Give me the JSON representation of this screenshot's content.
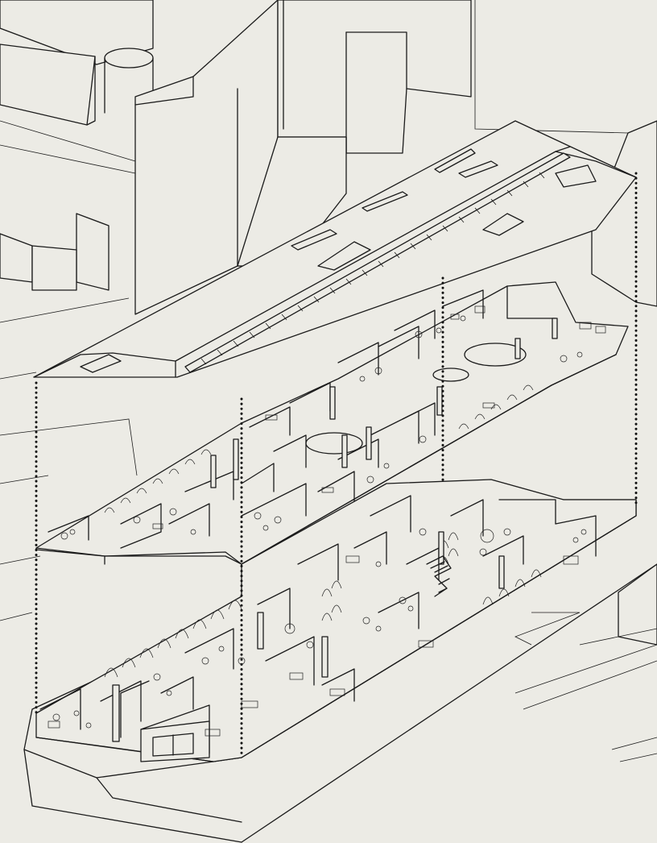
{
  "drawing": {
    "type": "exploded axonometric architectural drawing",
    "layers": [
      "roof",
      "upper-floor",
      "ground-floor"
    ],
    "line_color": "#1b1b1b",
    "paper_color": "#ecebe5"
  }
}
